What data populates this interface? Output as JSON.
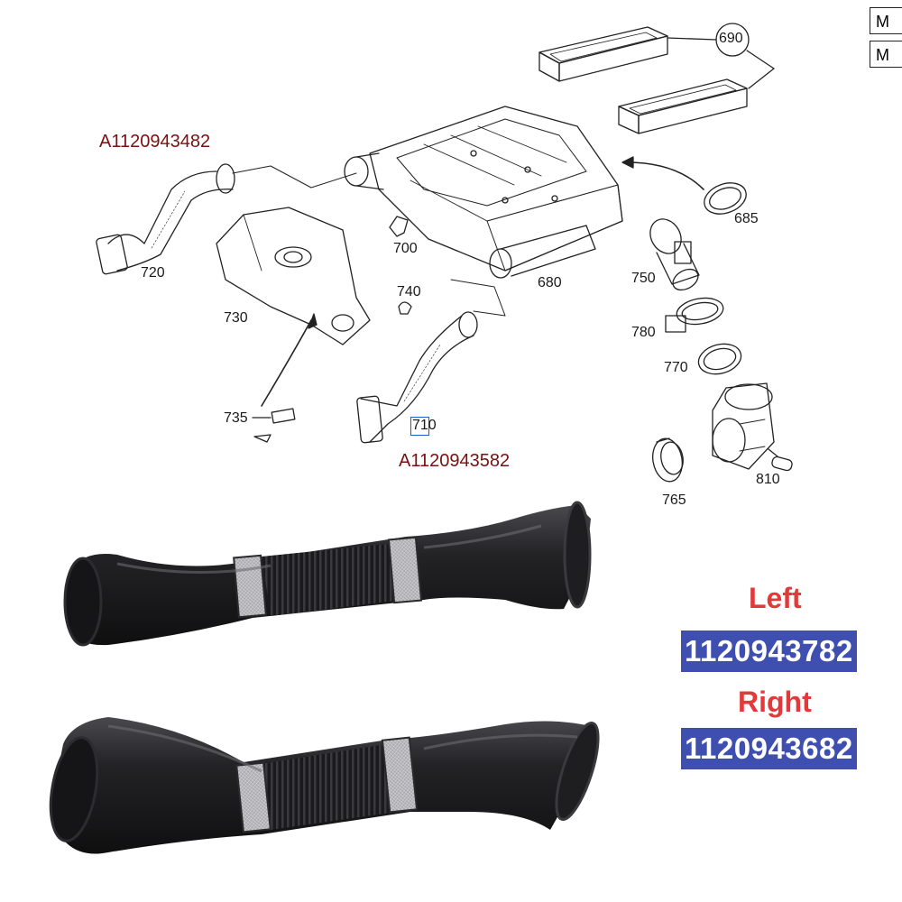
{
  "callouts": [
    "690",
    "685",
    "680",
    "700",
    "720",
    "730",
    "740",
    "735",
    "710",
    "750",
    "780",
    "770",
    "765",
    "810"
  ],
  "part_numbers": {
    "upper": "A1120943482",
    "lower": "A1120943582"
  },
  "legend": {
    "left_label": "Left",
    "left_code": "1120943782",
    "right_label": "Right",
    "right_code": "1120943682"
  },
  "table_cells": [
    "M",
    "M"
  ],
  "colors": {
    "label_red": "#e03a3a",
    "code_bg": "#3f4fb0",
    "code_text": "#ffffff",
    "part_number": "#7a1010",
    "hose": "#1c1c1e",
    "mesh_band": "#b9b9bd",
    "highlight_box": "#1d5fc4"
  }
}
